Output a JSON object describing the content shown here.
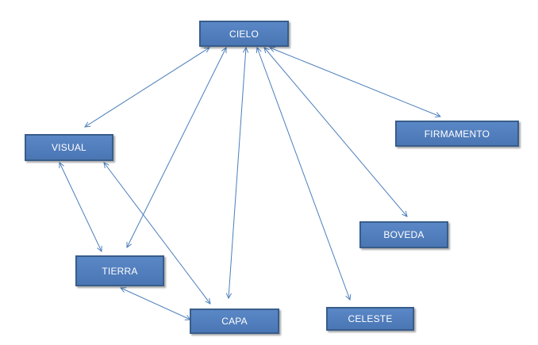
{
  "diagram": {
    "nodes": [
      {
        "id": "cielo",
        "label": "CIELO"
      },
      {
        "id": "visual",
        "label": "VISUAL"
      },
      {
        "id": "firmamento",
        "label": "FIRMAMENTO"
      },
      {
        "id": "boveda",
        "label": "BOVEDA"
      },
      {
        "id": "tierra",
        "label": "TIERRA"
      },
      {
        "id": "capa",
        "label": "CAPA"
      },
      {
        "id": "celeste",
        "label": "CELESTE"
      }
    ],
    "edges": [
      {
        "from": "cielo",
        "to": "visual",
        "direction": "both"
      },
      {
        "from": "cielo",
        "to": "tierra",
        "direction": "both"
      },
      {
        "from": "cielo",
        "to": "capa",
        "direction": "both"
      },
      {
        "from": "cielo",
        "to": "celeste",
        "direction": "both"
      },
      {
        "from": "cielo",
        "to": "boveda",
        "direction": "both"
      },
      {
        "from": "cielo",
        "to": "firmamento",
        "direction": "both"
      },
      {
        "from": "visual",
        "to": "tierra",
        "direction": "both"
      },
      {
        "from": "visual",
        "to": "capa",
        "direction": "both"
      },
      {
        "from": "tierra",
        "to": "capa",
        "direction": "both"
      }
    ],
    "colors": {
      "node_fill": "#4f81bd",
      "node_border": "#385d8a",
      "edge": "#4a7ebb",
      "text": "#ffffff"
    }
  }
}
